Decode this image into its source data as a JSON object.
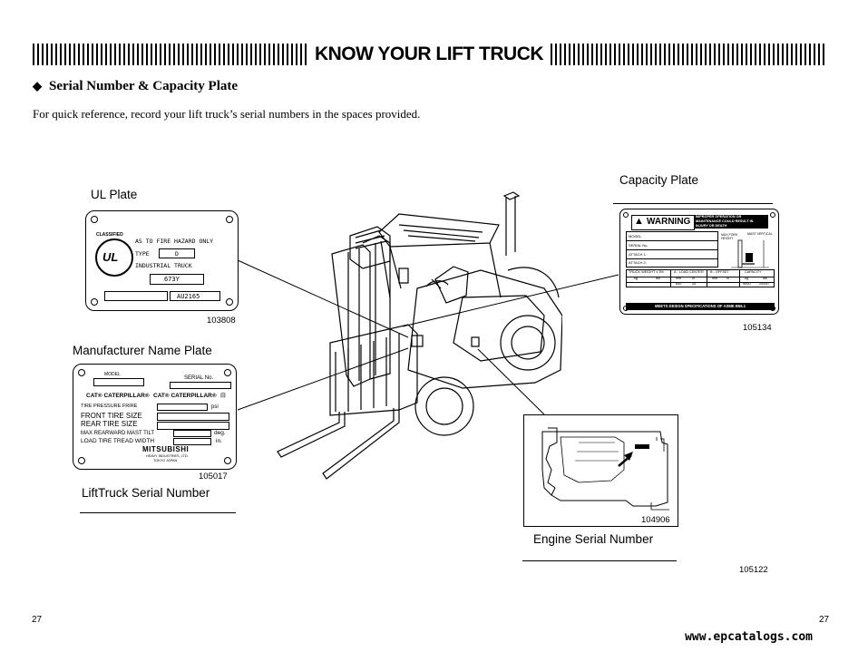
{
  "header": {
    "title": "KNOW YOUR LIFT TRUCK"
  },
  "section": {
    "icon": "diamond-bullet",
    "heading": "Serial Number & Capacity Plate"
  },
  "intro": "For quick reference, record your lift truck’s serial numbers in the spaces provided.",
  "ul_plate": {
    "label": "UL Plate",
    "figure_no": "103808",
    "logo_top": "CLASSIFIED",
    "logo_center": "UL",
    "line1": "AS TO FIRE HAZARD ONLY",
    "type_label": "TYPE",
    "type_value": "D",
    "line3": "INDUSTRIAL TRUCK",
    "code": "673Y",
    "serial": "AU2165"
  },
  "capacity_plate": {
    "label": "Capacity Plate",
    "figure_no": "105134",
    "warning": "WARNING",
    "warning_text": "IMPROPER OPERATION OR MAINTENANCE COULD RESULT IN INJURY OR DEATH",
    "rows": [
      "MODEL",
      "SERIAL No.",
      "ATTACH 1:",
      "ATTACH 2:"
    ],
    "side_labels": [
      "MAX FORK HEIGHT",
      "MAST VERTICAL"
    ],
    "table_headers": [
      "TRUCK WEIGHT ± 5%",
      "A - LOAD CENTER",
      "B - OFFSET",
      "CAPACITY"
    ],
    "units": [
      "kg",
      "lbs",
      "mm",
      "in",
      "mm",
      "in",
      "kg",
      "lbs"
    ],
    "values": [
      "",
      "",
      "600",
      "24",
      "",
      "",
      "9000",
      "20000"
    ],
    "footer": "MEETS DESIGN SPECIFICATIONS OF ASME B56.1"
  },
  "mfr_plate": {
    "label": "Manufacturer Name Plate",
    "figure_no": "105017",
    "model_label": "MODEL",
    "serial_label": "SERIAL No.",
    "brand1": "CAT® CATERPILLAR®",
    "brand2": "CAT® CATERPILLAR®",
    "tire_pressure": "TIRE PRESSURE FRIRE",
    "psi": "psi",
    "front_tire": "FRONT TIRE SIZE",
    "rear_tire": "REAR TIRE SIZE",
    "mast_tilt": "MAX REARWARD MAST TILT",
    "deg": "deg.",
    "load_tire": "LOAD TIRE TREAD WIDTH",
    "in": "in.",
    "maker": "MITSUBISHI",
    "maker_sub": "HEAVY INDUSTRIES, LTD.",
    "maker_city": "TOKYO JAPAN"
  },
  "lift_truck_serial": {
    "label": "LiftTruck Serial Number"
  },
  "engine": {
    "figure_no": "104906",
    "label": "Engine Serial Number"
  },
  "overall_figure_no": "105122",
  "page_left": "27",
  "page_right": "27",
  "watermark": "www.epcatalogs.com"
}
